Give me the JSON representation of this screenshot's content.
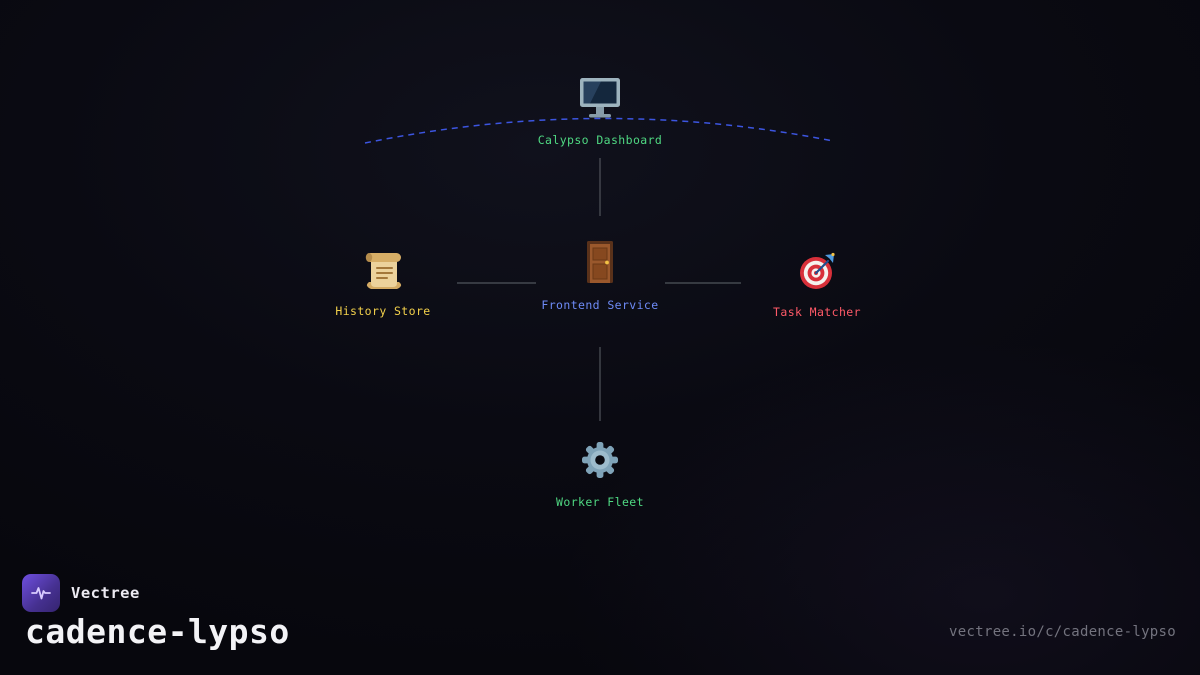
{
  "diagram": {
    "nodes": [
      {
        "id": "calypso-dashboard",
        "label": "Calypso Dashboard",
        "icon": "monitor-icon",
        "label_color": "#4fd882"
      },
      {
        "id": "frontend-service",
        "label": "Frontend Service",
        "icon": "door-icon",
        "label_color": "#6e8bf7"
      },
      {
        "id": "history-store",
        "label": "History Store",
        "icon": "scroll-icon",
        "label_color": "#f2d04b"
      },
      {
        "id": "task-matcher",
        "label": "Task Matcher",
        "icon": "target-icon",
        "label_color": "#ff5a68"
      },
      {
        "id": "worker-fleet",
        "label": "Worker Fleet",
        "icon": "gear-icon",
        "label_color": "#4fd882"
      }
    ],
    "edges": [
      {
        "from": "calypso-dashboard",
        "to": "frontend-service"
      },
      {
        "from": "history-store",
        "to": "frontend-service"
      },
      {
        "from": "frontend-service",
        "to": "task-matcher"
      },
      {
        "from": "frontend-service",
        "to": "worker-fleet"
      }
    ],
    "edge_color": "#50555b",
    "arc_color": "#3c55e0"
  },
  "footer": {
    "brand": "Vectree",
    "logo_icon": "waveform-icon",
    "title": "cadence-lypso",
    "url": "vectree.io/c/cadence-lypso"
  }
}
